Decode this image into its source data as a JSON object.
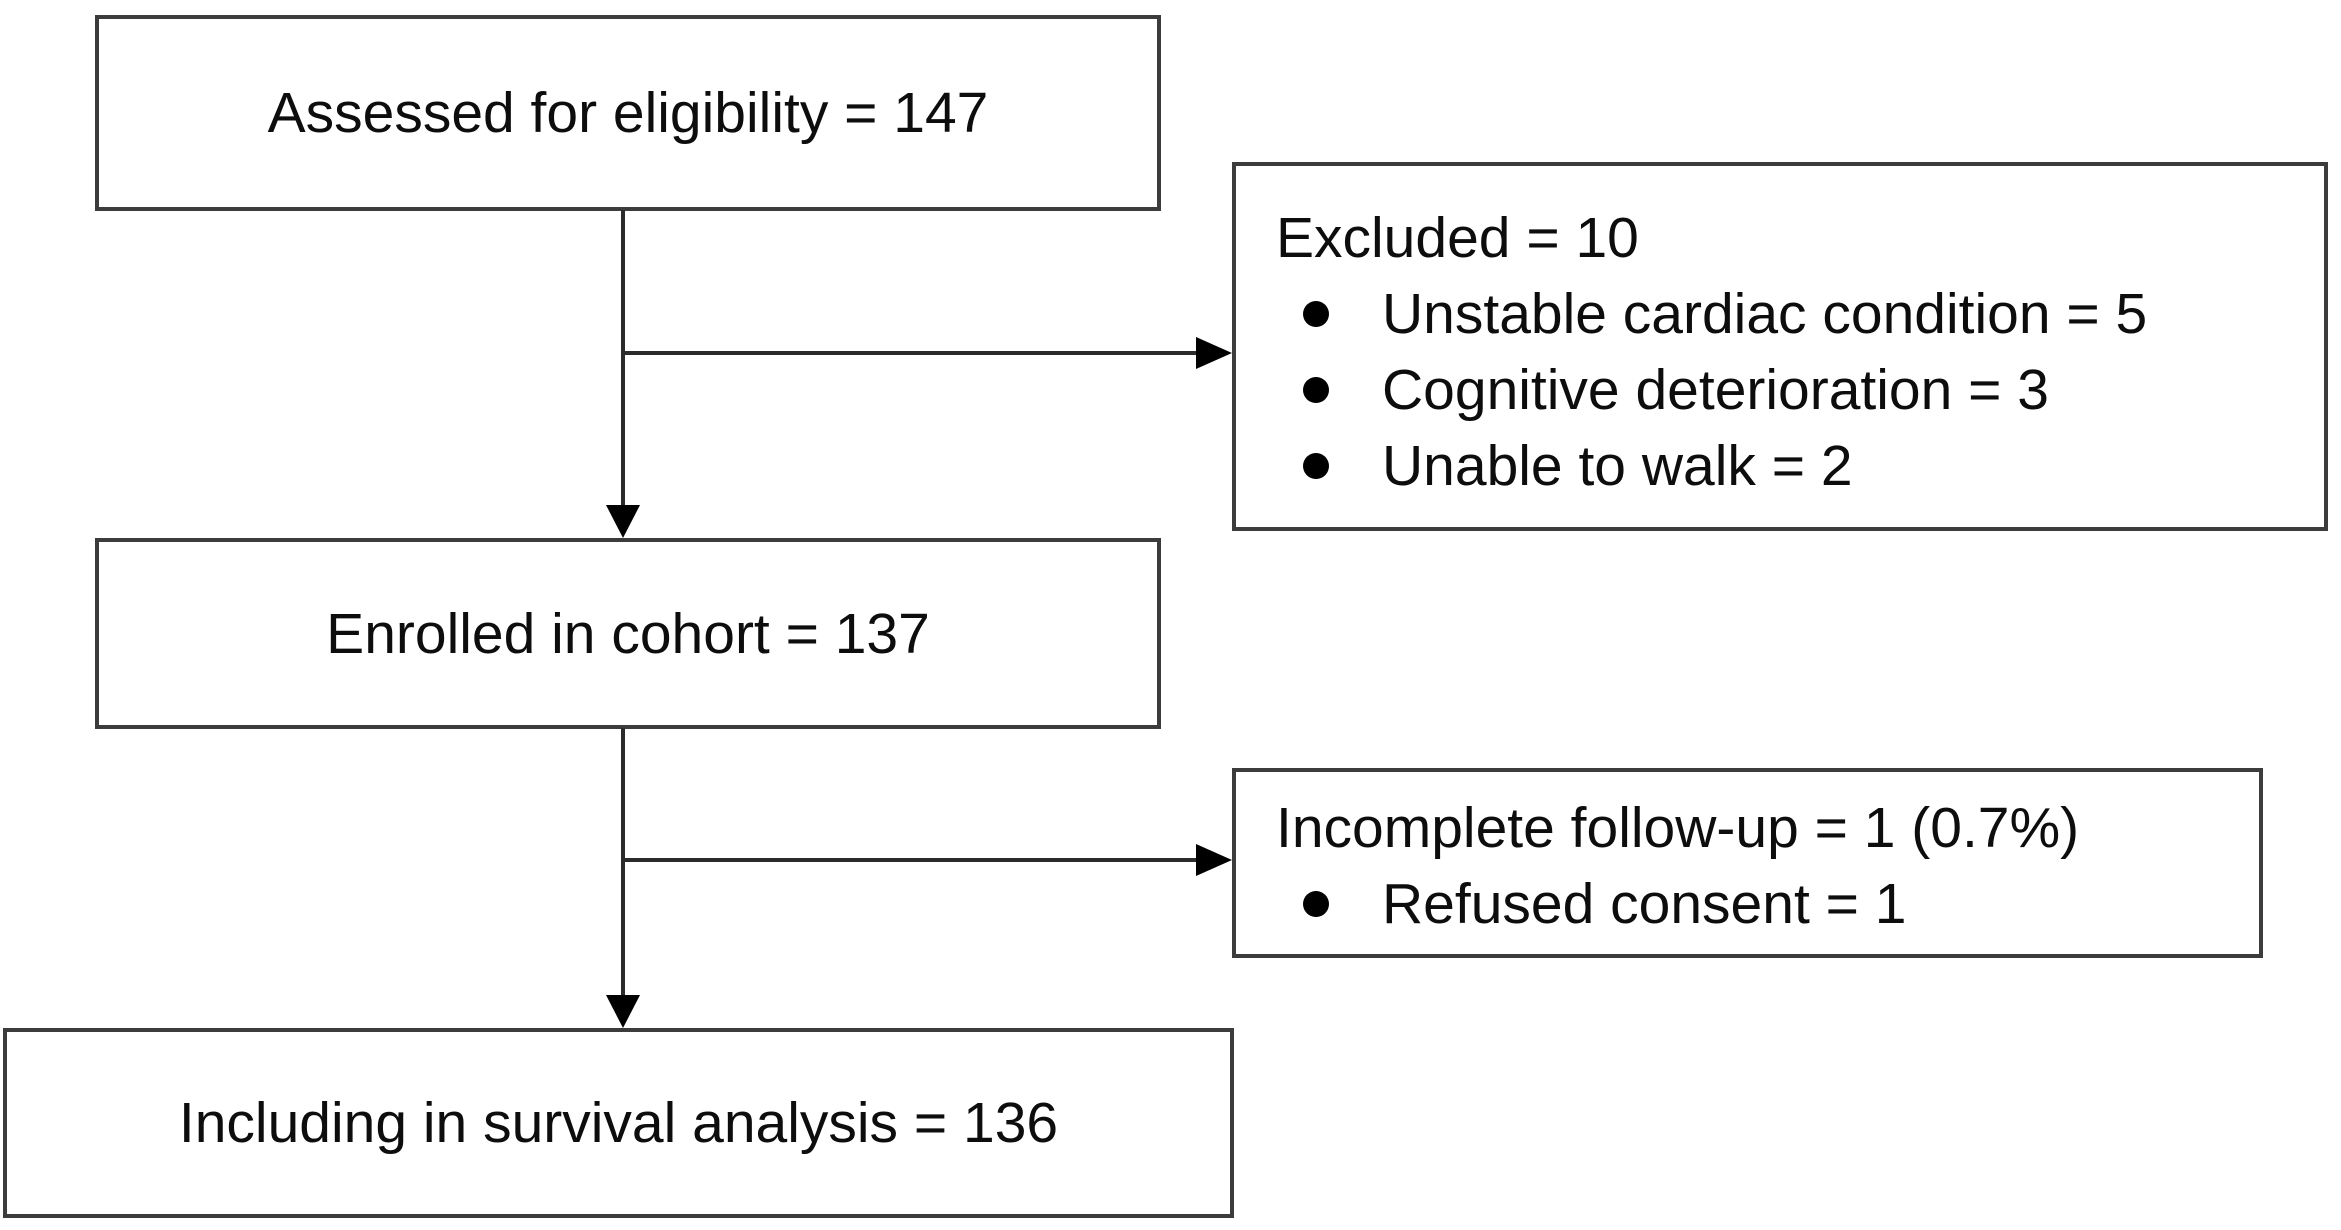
{
  "figure": {
    "background": "#ffffff",
    "colors": {
      "box_border": "#3c3c3c",
      "connector": "#2b2b2b",
      "text": "#0d0d0d"
    },
    "nodes": {
      "assessed": {
        "label": "Assessed for eligibility = 147"
      },
      "excluded": {
        "title": "Excluded = 10",
        "items": [
          "Unstable cardiac condition = 5",
          "Cognitive deterioration = 3",
          "Unable to walk = 2"
        ]
      },
      "enrolled": {
        "label": "Enrolled in cohort = 137"
      },
      "incomplete": {
        "title": "Incomplete follow-up = 1 (0.7%)",
        "items": [
          "Refused consent = 1"
        ]
      },
      "survival": {
        "label": "Including in survival analysis = 136"
      }
    }
  }
}
